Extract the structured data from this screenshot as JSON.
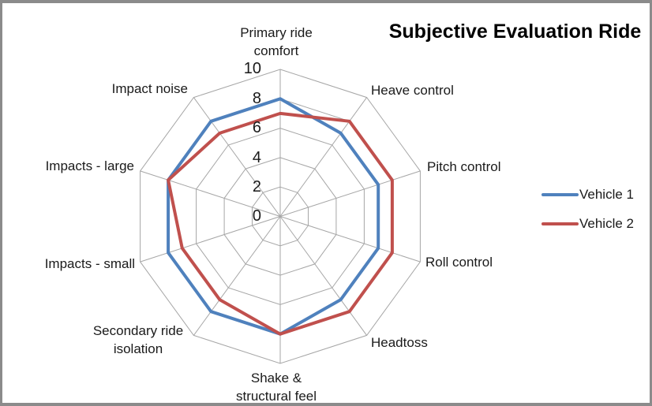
{
  "window": {
    "background": "#FFFFFF",
    "border_color": "#8B8B8B"
  },
  "chart_data": {
    "type": "radar",
    "title": "Subjective Evaluation Ride",
    "categories": [
      "Primary ride comfort",
      "Heave control",
      "Pitch control",
      "Roll control",
      "Headtoss",
      "Shake & structural feel",
      "Secondary ride isolation",
      "Impacts - small",
      "Impacts - large",
      "Impact noise"
    ],
    "series": [
      {
        "name": "Vehicle 1",
        "color": "#4F81BD",
        "values": [
          8,
          7,
          7,
          7,
          7,
          8,
          8,
          8,
          8,
          8
        ]
      },
      {
        "name": "Vehicle 2",
        "color": "#C0504D",
        "values": [
          7,
          8,
          8,
          8,
          8,
          8,
          7,
          7,
          8,
          7
        ]
      }
    ],
    "axis": {
      "min": 0,
      "max": 10,
      "step": 2,
      "tick_labels": [
        "10",
        "8",
        "6",
        "4",
        "2",
        "0"
      ]
    },
    "grid_color": "#A6A6A6",
    "legend_position": "right",
    "grid": "on"
  }
}
